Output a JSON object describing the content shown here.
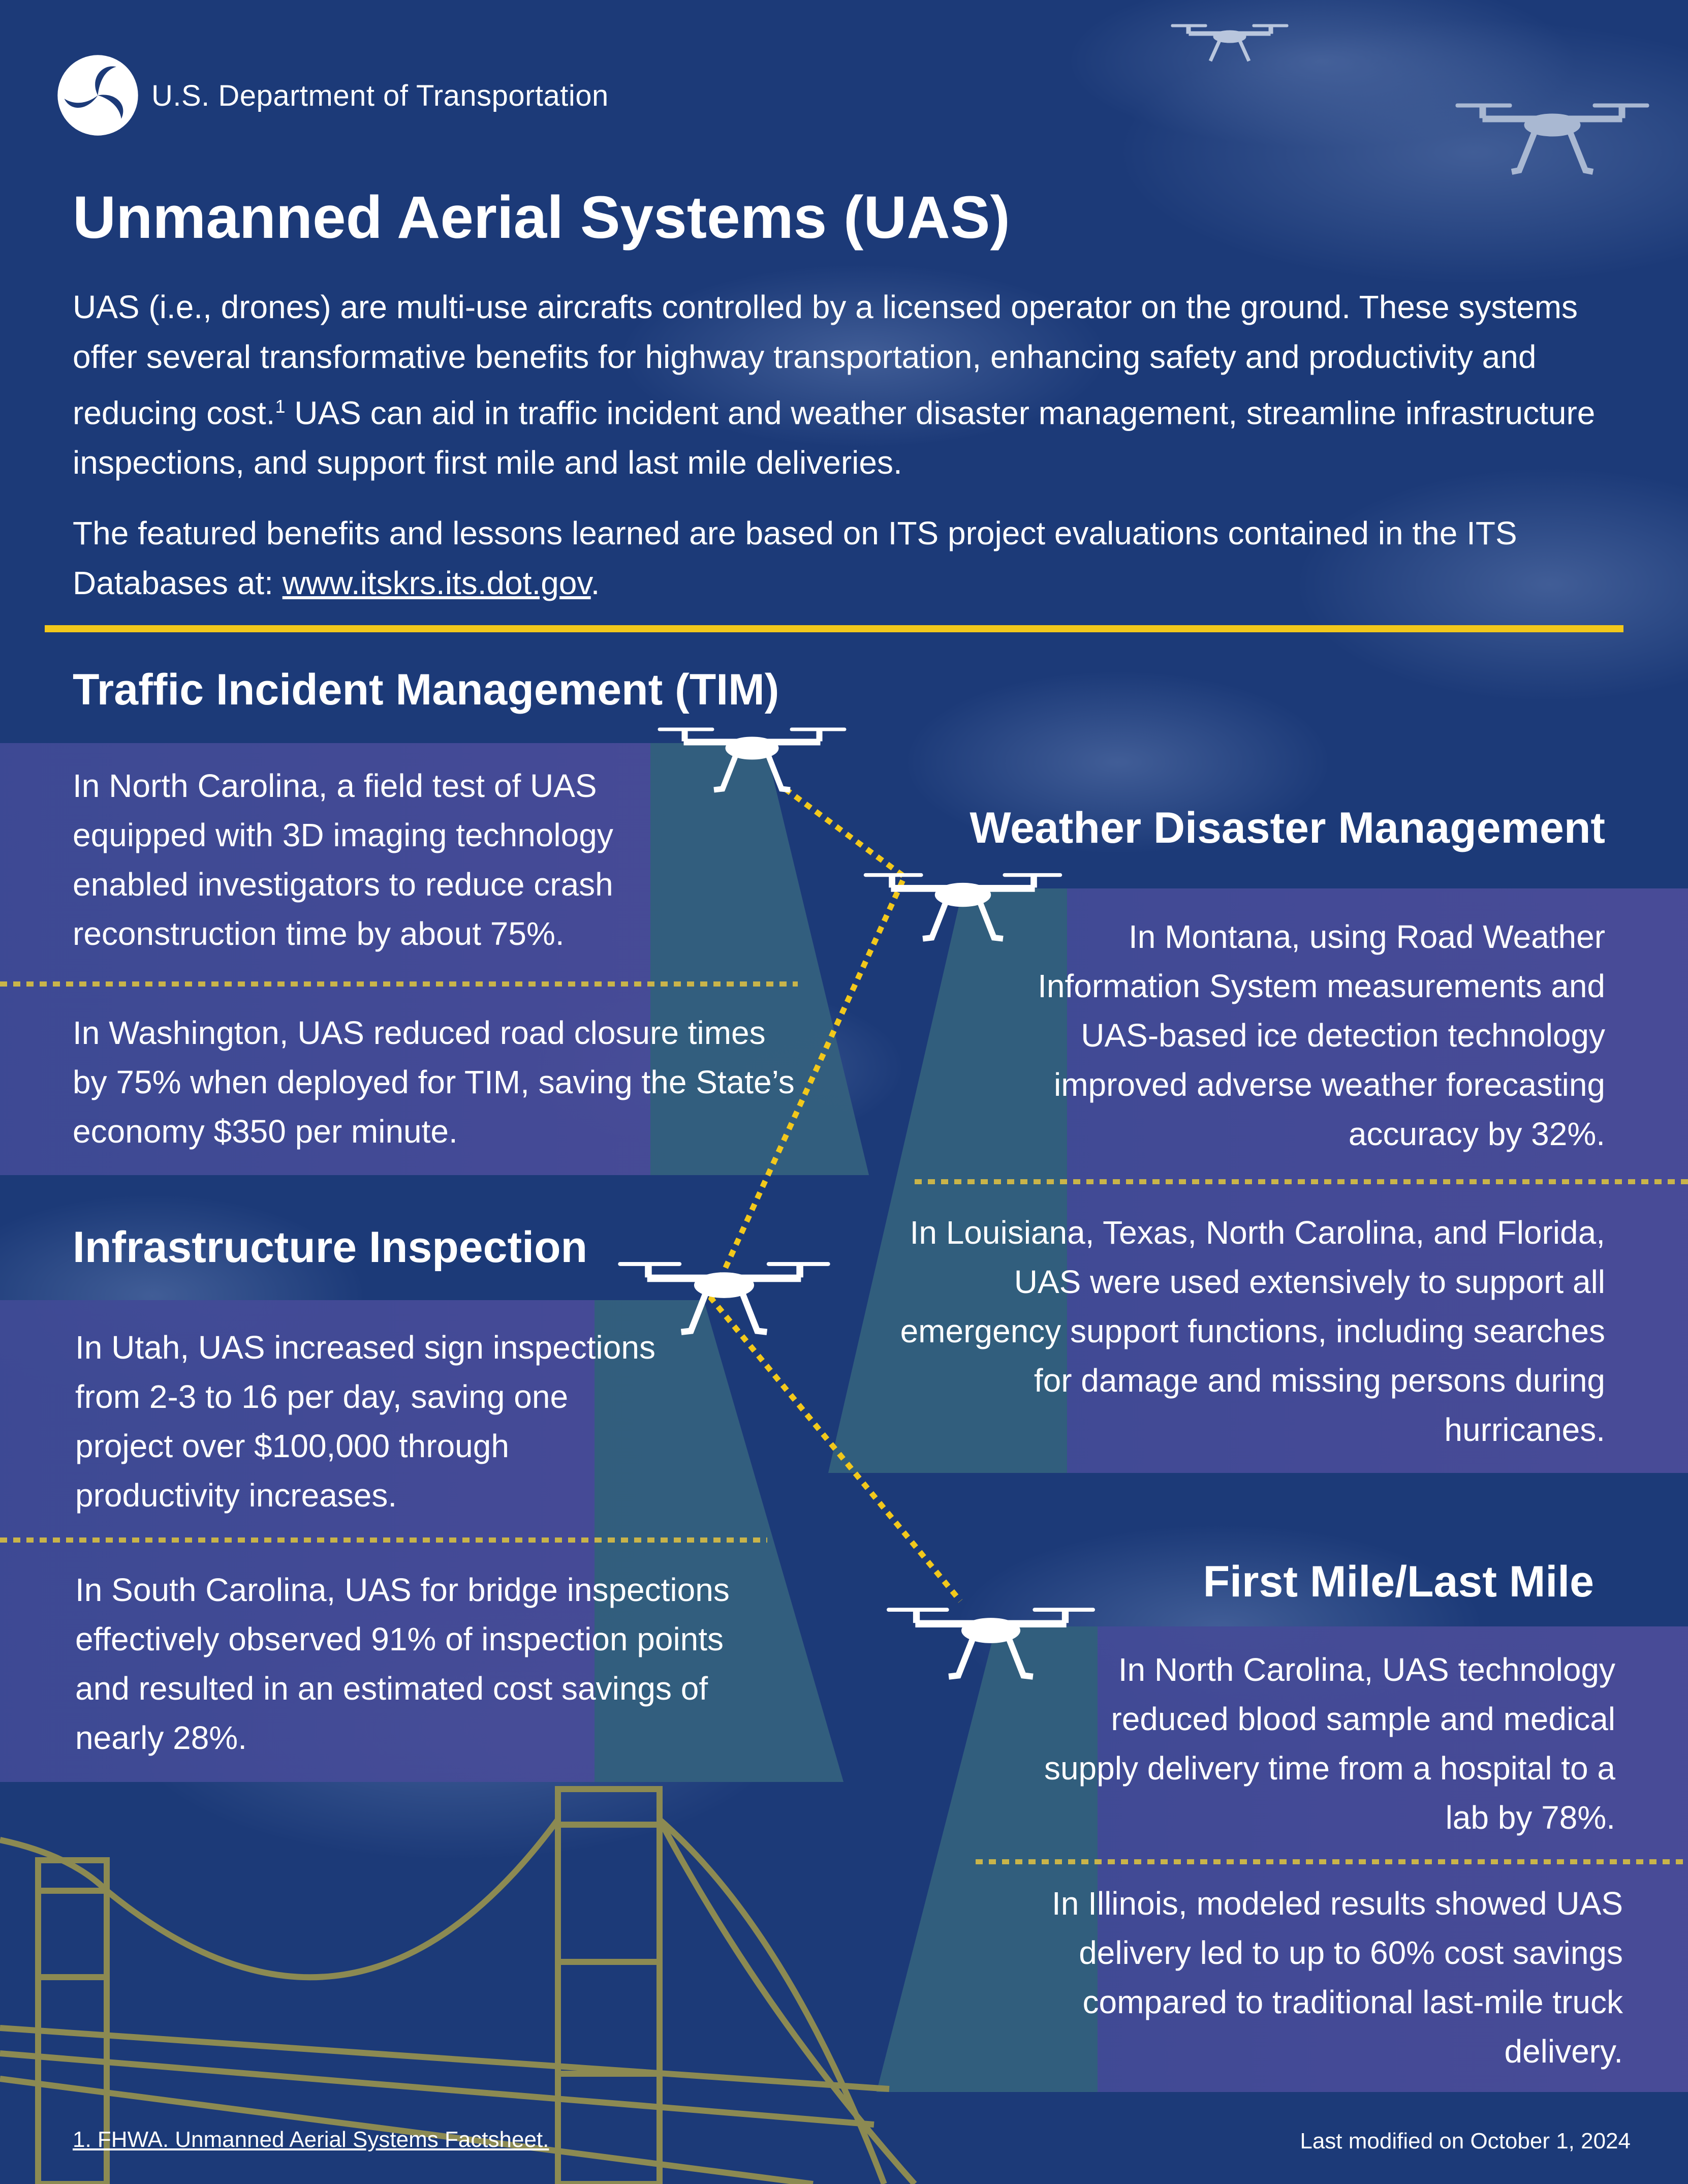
{
  "colors": {
    "background": "#1c3a78",
    "accent_yellow": "#f2c81b",
    "panel_teal": "#2f5f78",
    "panel_purple": "#4a4c98",
    "bridge_gold": "#8c8a52"
  },
  "header": {
    "logo_text": "U.S. Department of Transportation",
    "title": "Unmanned Aerial Systems (UAS)"
  },
  "intro": {
    "p1_before_sup": "UAS (i.e., drones) are multi-use aircrafts controlled by a licensed operator on the ground. These systems offer several transformative benefits for highway transportation, enhancing safety and productivity and reducing cost.",
    "p1_sup": "1",
    "p1_after_sup": " UAS can aid in traffic incident and weather disaster management, streamline infrastructure inspections, and support first mile and last mile deliveries.",
    "p2_before_link": "The featured benefits and lessons learned are based on ITS project evaluations contained in the ITS Databases at: ",
    "p2_link": "www.itskrs.its.dot.gov",
    "p2_after_link": "."
  },
  "sections": {
    "tim": {
      "heading": "Traffic Incident Management (TIM)",
      "item1": "In North Carolina, a field test of UAS equipped with 3D imaging technology enabled investigators to reduce crash reconstruction time by about 75%.",
      "item2": "In Washington, UAS reduced road closure times by 75% when deployed for TIM, saving the State’s economy $350 per minute."
    },
    "weather": {
      "heading": "Weather Disaster Management",
      "item1": "In Montana, using Road Weather Information System measurements and UAS-based ice detection technology improved adverse weather forecasting accuracy by 32%.",
      "item2": "In Louisiana, Texas, North Carolina, and Florida, UAS were used extensively to support all emergency support functions, including searches for damage and missing persons during hurricanes."
    },
    "infra": {
      "heading": "Infrastructure Inspection",
      "item1": "In Utah, UAS increased sign inspections from 2-3 to 16 per day, saving one project over $100,000 through productivity increases.",
      "item2": "In South Carolina, UAS for bridge inspections  effectively observed 91% of inspection points and resulted in an estimated cost savings of nearly 28%."
    },
    "lastmile": {
      "heading": "First Mile/Last Mile",
      "item1": "In North Carolina, UAS technology reduced blood sample and medical supply delivery time from a hospital to a lab by 78%.",
      "item2": "In Illinois, modeled results showed UAS delivery led to up to 60% cost savings compared to traditional last-mile truck delivery."
    }
  },
  "footer": {
    "footnote": "1. FHWA. Unmanned Aerial Systems Factsheet.",
    "last_modified": "Last modified on October 1, 2024"
  }
}
